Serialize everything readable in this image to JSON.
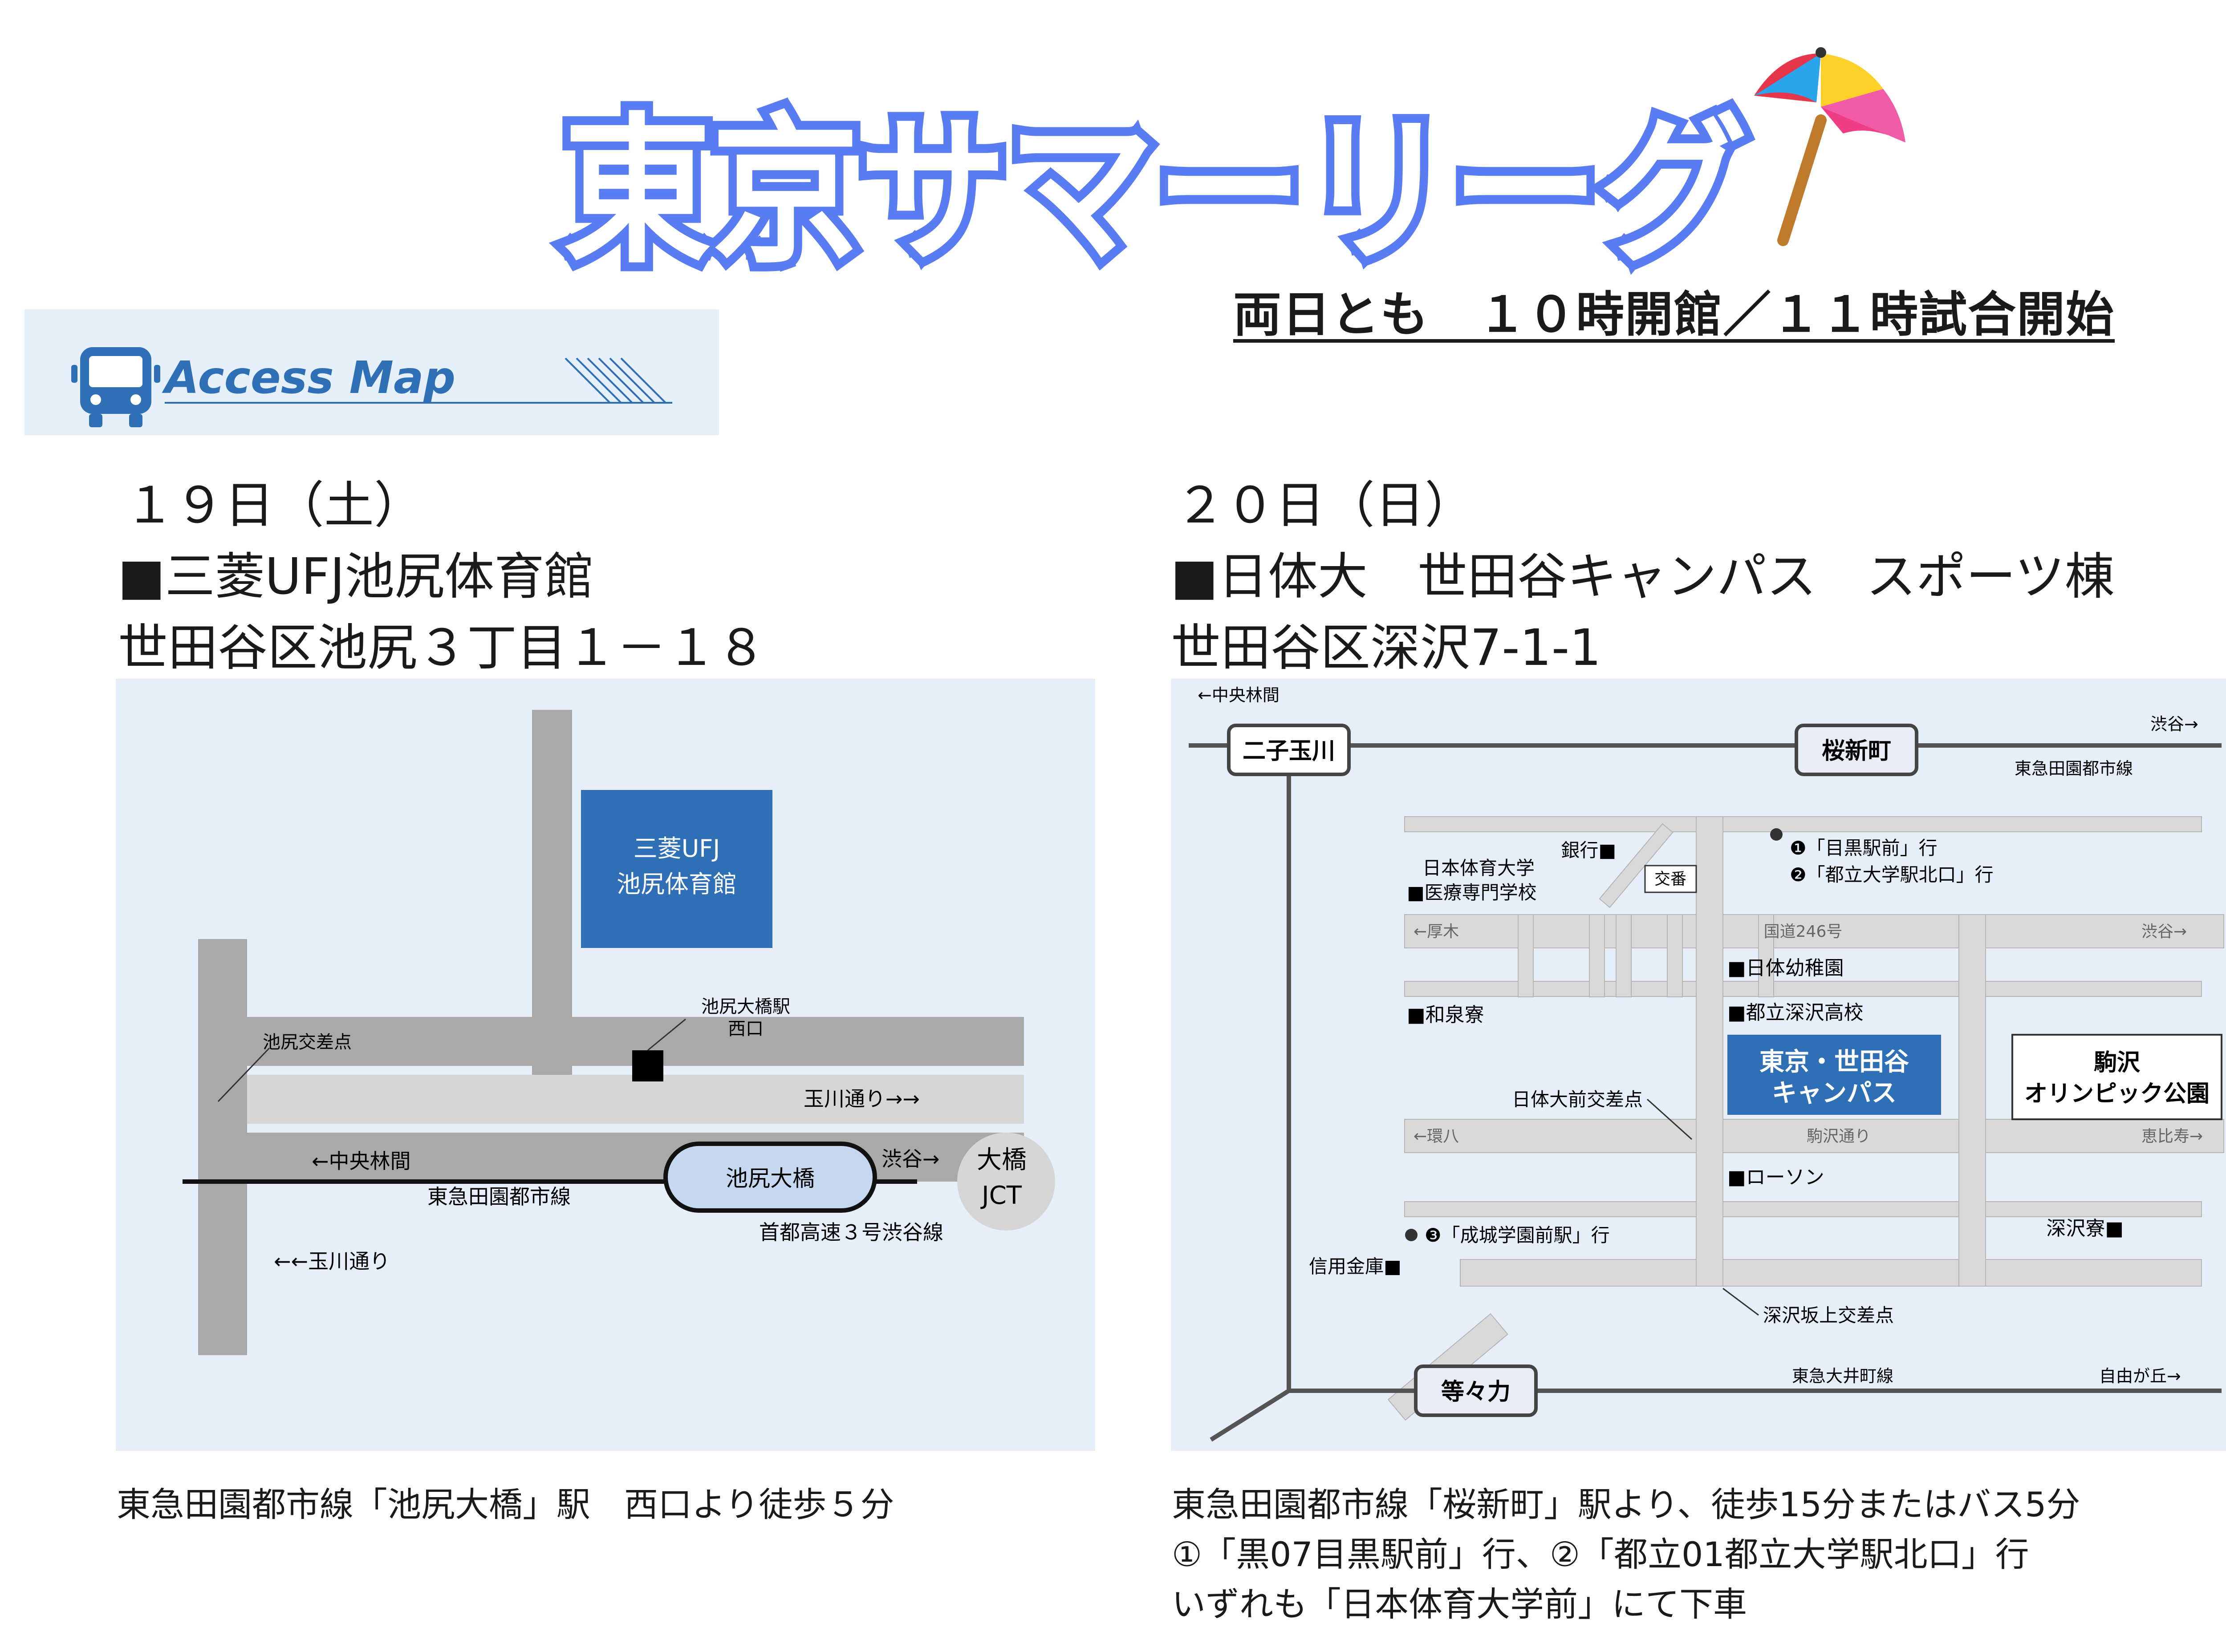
{
  "header": {
    "title": "東京サマーリーグ",
    "subtitle": "両日とも　１０時開館／１１時試合開始",
    "access_label": "Access Map"
  },
  "day1": {
    "date": "１９日（土）",
    "venue": "■三菱UFJ池尻体育館",
    "address": "世田谷区池尻３丁目１－１８",
    "note": "東急田園都市線「池尻大橋」駅　西口より徒歩５分",
    "map": {
      "building_line1": "三菱UFJ",
      "building_line2": "池尻体育館",
      "station_exit_line1": "池尻大橋駅",
      "station_exit_line2": "西口",
      "intersection": "池尻交差点",
      "road_tamagawa_top": "玉川通り→→",
      "road_tamagawa_bottom": "←←玉川通り",
      "to_chuo_rinkan": "←中央林間",
      "to_shibuya": "渋谷→",
      "line_name": "東急田園都市線",
      "station": "池尻大橋",
      "expressway": "首都高速３号渋谷線",
      "jct_line1": "大橋",
      "jct_line2": "JCT"
    }
  },
  "day2": {
    "date": "２０日（日）",
    "venue": "■日体大　世田谷キャンパス　スポーツ棟",
    "address": "世田谷区深沢7-1-1",
    "notes": [
      "東急田園都市線「桜新町」駅より、徒歩15分またはバス5分",
      "①「黒07目黒駅前」行、②「都立01都立大学駅北口」行",
      "いずれも「日本体育大学前」にて下車"
    ],
    "map": {
      "to_chuo_rinkan": "←中央林間",
      "futako_tamagawa": "二子玉川",
      "sakura_shinmachi": "桜新町",
      "to_shibuya": "渋谷→",
      "denentoshi_line": "東急田園都市線",
      "bank": "銀行■",
      "bus1": "❶「目黒駅前」行",
      "bus2": "❷「都立大学駅北口」行",
      "koban": "交番",
      "school_line1": "日本体育大学",
      "school_line2": "■医療専門学校",
      "route246": "国道246号",
      "atsugi": "←厚木",
      "shibuya2": "渋谷→",
      "kindergarten": "■日体幼稚園",
      "wakaizumi": "■和泉寮",
      "fukasawa_hs": "■都立深沢高校",
      "campus_line1": "東京・世田谷",
      "campus_line2": "キャンパス",
      "park_line1": "駒沢",
      "park_line2": "オリンピック公園",
      "nittaidai_int": "日体大前交差点",
      "kanpachi": "←環八",
      "komazawa_dori": "駒沢通り",
      "ebisu": "恵比寿→",
      "lawson": "■ローソン",
      "fukasawa_dorm": "深沢寮■",
      "bus3": "❸「成城学園前駅」行",
      "shinkin": "信用金庫■",
      "fukasawa_int": "深沢坂上交差点",
      "todoroki": "等々力",
      "oimachi_line": "東急大井町線",
      "to_jiyugaoka": "自由が丘→"
    }
  },
  "colors": {
    "title_blue": "#5a7cf2",
    "building_blue": "#2f6fb6",
    "road_gray": "#a9a9a9",
    "map_bg": "#e6eff9"
  }
}
